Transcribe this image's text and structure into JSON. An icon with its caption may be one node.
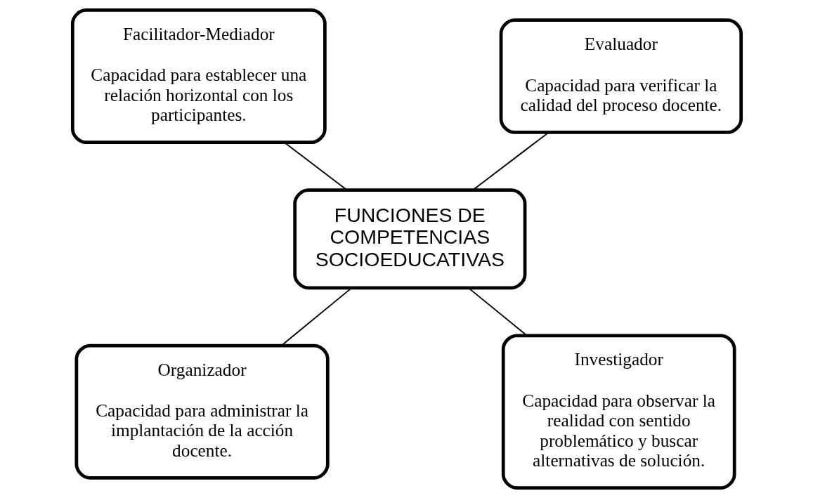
{
  "diagram": {
    "nodes": [
      {
        "text": [
          "Facilitador-Mediador",
          "Capacidad para establecer una relación horizontal con los participantes."
        ]
      },
      {
        "text": [
          "Evaluador",
          "Capacidad para verificar la calidad del proceso docente."
        ]
      },
      {
        "text": [
          "FUNCIONES DE COMPETENCIAS SOCIOEDUCATIVAS"
        ]
      },
      {
        "text": [
          "Organizador",
          "Capacidad para administrar la implantación de la acción docente."
        ]
      },
      {
        "text": [
          "Investigador",
          "Capacidad para observar la realidad con sentido problemático y buscar alternativas de solución."
        ]
      }
    ],
    "edges": [
      {
        "from": 0,
        "to": 2,
        "arrow": "none"
      },
      {
        "from": 1,
        "to": 2,
        "arrow": "none"
      },
      {
        "from": 2,
        "to": 3,
        "arrow": "none"
      },
      {
        "from": 2,
        "to": 4,
        "arrow": "none"
      }
    ]
  }
}
